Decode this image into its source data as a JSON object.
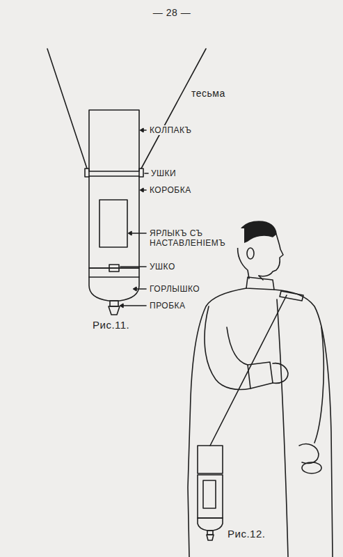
{
  "diagram": {
    "labels": [
      "— 28 —",
      "тесьма",
      "КОЛПАКЪ",
      "УШКИ",
      "КОРОБКА",
      "ЯРЛЫКЪ СЪ НАСТАВЛЕНІЕМЪ",
      "УШКО",
      "ГОРЛЫШКО",
      "ПРОБКА",
      "Рис.11.",
      "Рис.12."
    ]
  }
}
